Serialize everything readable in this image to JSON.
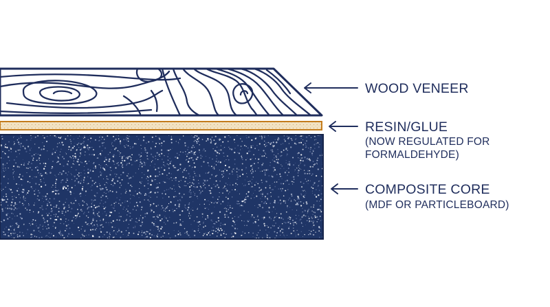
{
  "colors": {
    "navy": "#1f2d5c",
    "core": "#1f3566",
    "resin": "#f2e3c4",
    "resin_border": "#c47c1c",
    "background": "#ffffff"
  },
  "icons": [
    "arrow-left-icon"
  ],
  "layers": [
    {
      "id": "veneer",
      "label": "WOOD VENEER",
      "sublabel": []
    },
    {
      "id": "resin",
      "label": "RESIN/GLUE",
      "sublabel": [
        "(NOW REGULATED FOR",
        "FORMALDEHYDE)"
      ]
    },
    {
      "id": "core",
      "label": "COMPOSITE CORE",
      "sublabel": [
        "(MDF OR PARTICLEBOARD)"
      ]
    }
  ]
}
